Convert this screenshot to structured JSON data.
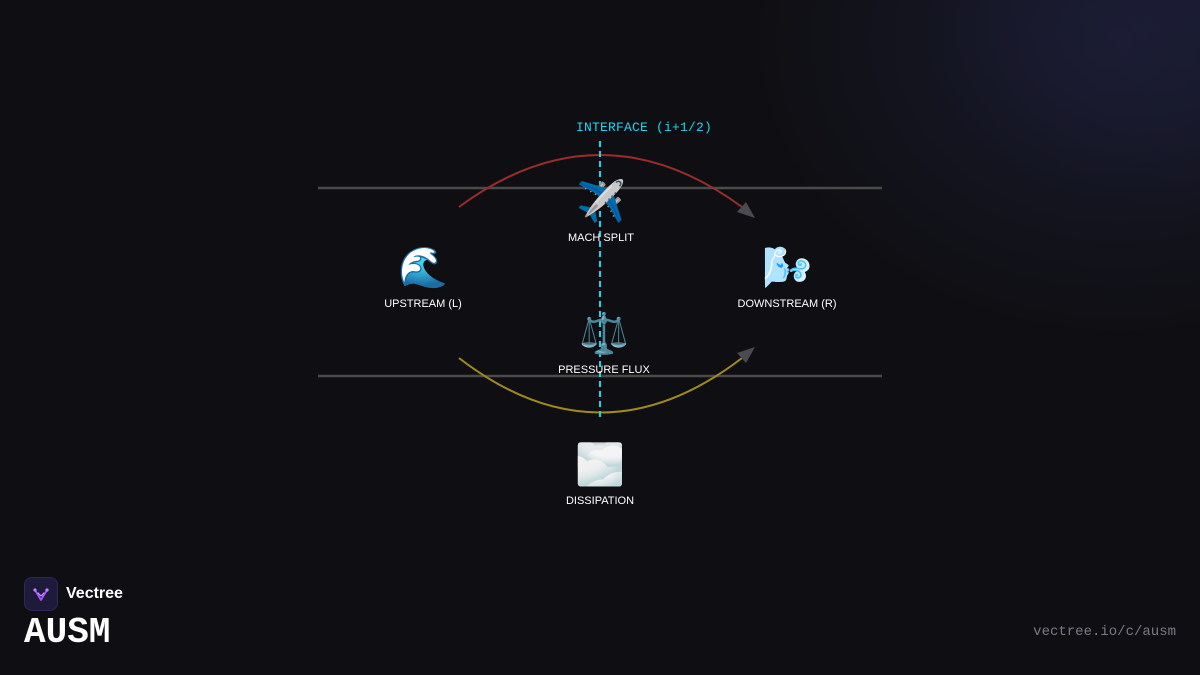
{
  "diagram": {
    "interface_label": "INTERFACE (i+1/2)",
    "nodes": {
      "upstream": {
        "icon": "🌊",
        "icon_name": "wave-icon",
        "label": "UPSTREAM (L)"
      },
      "mach_split": {
        "icon": "✈️",
        "icon_name": "airplane-icon",
        "label": "MACH SPLIT"
      },
      "downstream": {
        "icon": "🌬️",
        "icon_name": "wind-face-icon",
        "label": "DOWNSTREAM (R)"
      },
      "pressure_flux": {
        "icon": "⚖️",
        "icon_name": "balance-scale-icon",
        "label": "PRESSURE FLUX"
      },
      "dissipation": {
        "icon": "🌫️",
        "icon_name": "fog-icon",
        "label": "DISSIPATION"
      }
    },
    "colors": {
      "interface_line": "#22d3ee",
      "upper_arc": "#9b2c2c",
      "lower_arc": "#a08a1c",
      "channel_walls": "#4a4a4a",
      "arrowheads": "#4a4a50"
    }
  },
  "branding": {
    "brand_name": "Vectree",
    "title": "AUSM",
    "url": "vectree.io/c/ausm"
  }
}
